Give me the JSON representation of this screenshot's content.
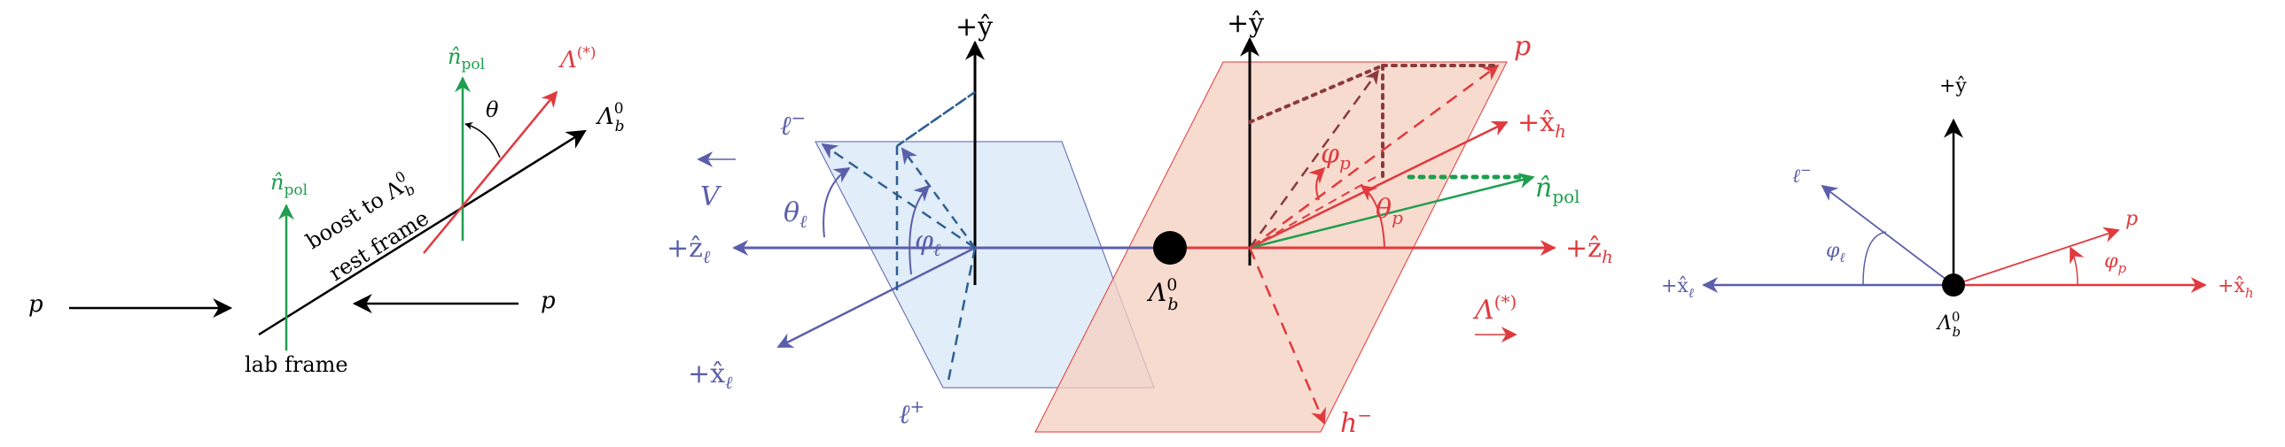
{
  "colors": {
    "black": "#000000",
    "green": "#1f9e4e",
    "red": "#e03a3e",
    "blue": "#5b5faa",
    "blue_fill": "#dceaf7",
    "red_fill": "#f6cfbf",
    "brown": "#8a3b3b",
    "teal": "#1b7f4a"
  },
  "panel_left": {
    "p_left": "p",
    "p_right": "p",
    "lab_frame": "lab frame",
    "boost_line1": "boost to Λ",
    "boost_sub": "0",
    "boost_subscript": "b",
    "rest_frame": "rest frame",
    "npol_low": "n̂",
    "npol_low_sub": "pol",
    "npol_high": "n̂",
    "npol_high_sub": "pol",
    "theta": "θ",
    "lambda_star": "Λ",
    "lambda_star_sup": "(*)",
    "lambda_b": "Λ",
    "lambda_b_sup": "0",
    "lambda_b_sub": "b"
  },
  "panel_middle": {
    "plus_y_left": "+ŷ",
    "plus_y_right": "+ŷ",
    "l_minus": "ℓ",
    "l_minus_sup": "−",
    "l_plus": "ℓ",
    "l_plus_sup": "+",
    "V": "V",
    "theta_l": "θ",
    "theta_l_sub": "ℓ",
    "phi_l": "φ",
    "phi_l_sub": "ℓ",
    "plus_z_l": "+ẑ",
    "plus_z_l_sub": "ℓ",
    "plus_x_l": "+x̂",
    "plus_x_l_sub": "ℓ",
    "lambda_b": "Λ",
    "lambda_b_sup": "0",
    "lambda_b_sub": "b",
    "p": "p",
    "plus_x_h": "+x̂",
    "plus_x_h_sub": "h",
    "phi_p": "φ",
    "phi_p_sub": "p",
    "theta_p": "θ",
    "theta_p_sub": "p",
    "n_pol": "n̂",
    "n_pol_sub": "pol",
    "plus_z_h": "+ẑ",
    "plus_z_h_sub": "h",
    "lambda_star": "Λ",
    "lambda_star_sup": "(*)",
    "h_minus": "h",
    "h_minus_sup": "−"
  },
  "panel_right": {
    "plus_y": "+ŷ",
    "l_minus": "ℓ",
    "l_minus_sup": "−",
    "phi_l": "φ",
    "phi_l_sub": "ℓ",
    "plus_x_l": "+x̂",
    "plus_x_l_sub": "ℓ",
    "lambda_b": "Λ",
    "lambda_b_sup": "0",
    "lambda_b_sub": "b",
    "p": "p",
    "phi_p": "φ",
    "phi_p_sub": "p",
    "plus_x_h": "+x̂",
    "plus_x_h_sub": "h"
  }
}
